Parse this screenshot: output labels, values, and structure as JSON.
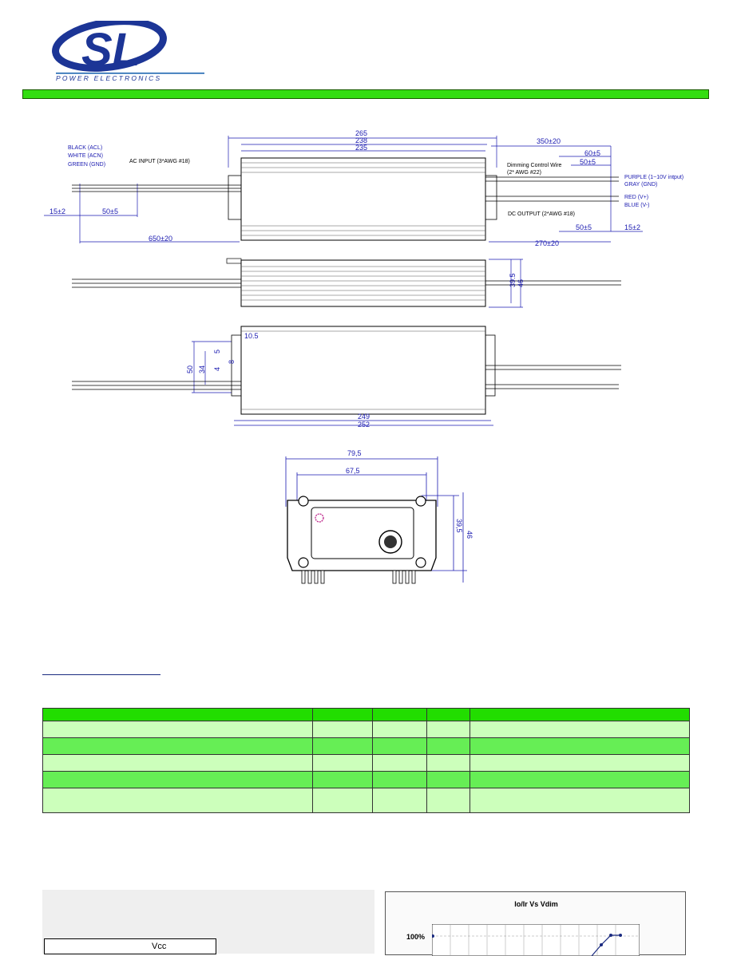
{
  "brand": {
    "logo_letters": "SL",
    "tagline": "POWER ELECTRONICS",
    "colors": {
      "logo_blue": "#1c3596",
      "logo_bar": "#0f5cab",
      "green": "#33dd11"
    }
  },
  "drawing": {
    "top_view": {
      "dim_265": "265",
      "dim_238": "238",
      "dim_235": "235",
      "dim_350": "350±20",
      "dim_60": "60±5",
      "dim_50r": "50±5",
      "dim_15l": "15±2",
      "dim_50l": "50±5",
      "dim_650": "650±20",
      "dim_270": "270±20",
      "dim_50br": "50±5",
      "dim_15r": "15±2",
      "wire_black": "BLACK (ACL)",
      "wire_white": "WHITE (ACN)",
      "wire_green": "GREEN (GND)",
      "ac_input": "AC  INPUT (3*AWG  #18)",
      "dimming": "Dimming Control Wire",
      "dimming_awg": "(2* AWG  #22)",
      "purple": "PURPLE (1~10V intput)",
      "gray": "GRAY (GND)",
      "red": "RED (V+)",
      "blue": "BLUE (V-)",
      "dc_output": "DC  OUTPUT (2*AWG  #18)"
    },
    "side_view": {
      "dim_39": "39.5",
      "dim_46": "46"
    },
    "bottom_view": {
      "dim_10_5": "10.5",
      "dim_50": "50",
      "dim_34": "34",
      "dim_5": "5",
      "dim_4": "4",
      "dim_8": "8",
      "dim_249": "249",
      "dim_252": "252"
    },
    "end_view": {
      "dim_79": "79,5",
      "dim_67": "67,5",
      "dim_39": "39,5",
      "dim_46": "46"
    }
  },
  "chart": {
    "title": "Io/Ir Vs Vdim",
    "ytick_top": "100%"
  },
  "left_panel": {
    "vcc": "Vcc"
  }
}
